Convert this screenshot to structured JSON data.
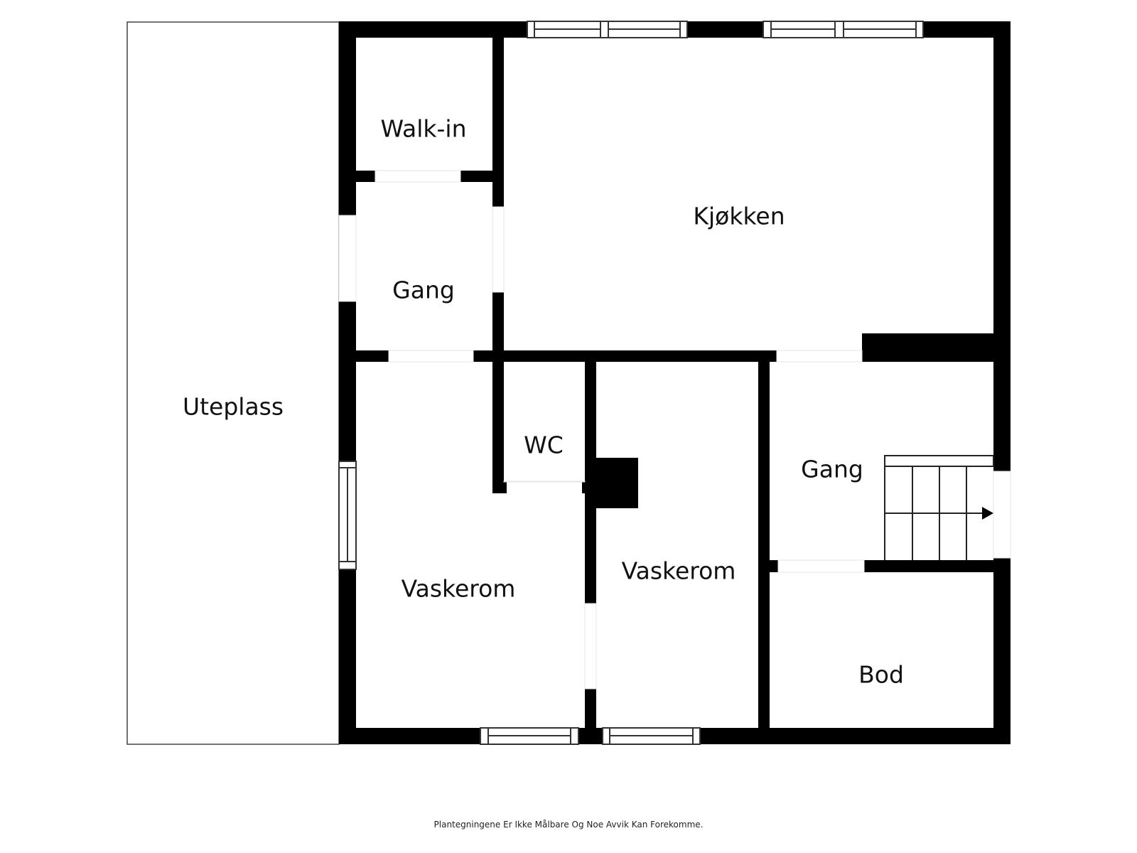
{
  "floorplan": {
    "rooms": [
      {
        "id": "uteplass",
        "label": "Uteplass"
      },
      {
        "id": "walk-in",
        "label": "Walk-in"
      },
      {
        "id": "gang-upper",
        "label": "Gang"
      },
      {
        "id": "kjokken",
        "label": "Kjøkken"
      },
      {
        "id": "wc",
        "label": "WC"
      },
      {
        "id": "vaskerom-left",
        "label": "Vaskerom"
      },
      {
        "id": "vaskerom-right",
        "label": "Vaskerom"
      },
      {
        "id": "gang-right",
        "label": "Gang"
      },
      {
        "id": "bod",
        "label": "Bod"
      }
    ],
    "stair_direction": "arrow-right"
  },
  "footer": {
    "disclaimer": "Plantegningene Er Ikke Målbare Og Noe Avvik Kan Forekomme."
  },
  "colors": {
    "wall": "#000000",
    "background": "#ffffff",
    "window_line": "#333333"
  }
}
